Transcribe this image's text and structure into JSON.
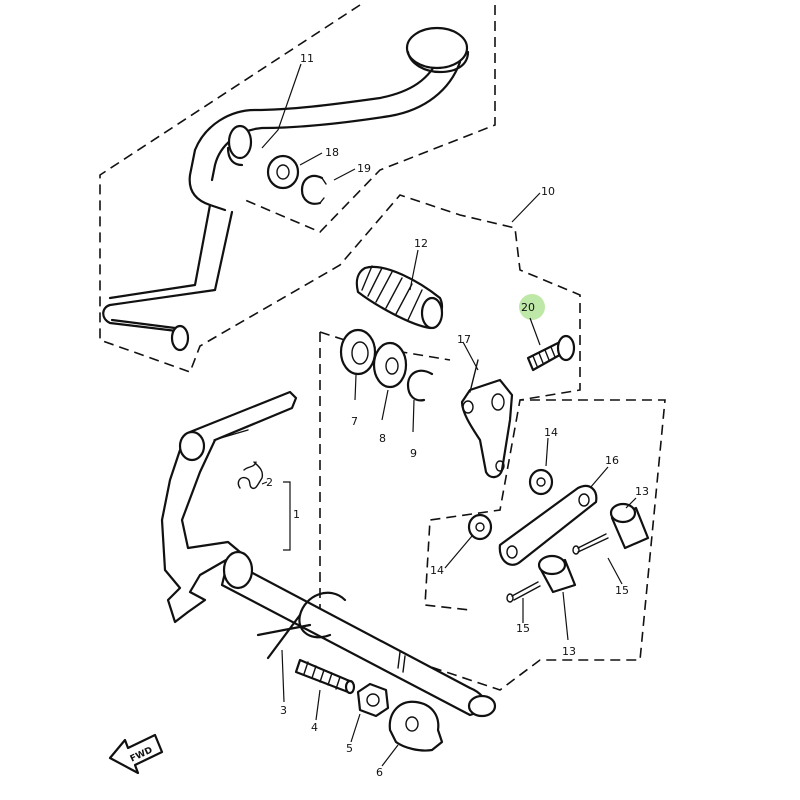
{
  "callouts": {
    "c1": "1",
    "c2": "2",
    "c3": "3",
    "c4": "4",
    "c5": "5",
    "c6": "6",
    "c7": "7",
    "c8": "8",
    "c9": "9",
    "c10": "10",
    "c11": "11",
    "c12": "12",
    "c13a": "13",
    "c13b": "13",
    "c14a": "14",
    "c14b": "14",
    "c15a": "15",
    "c15b": "15",
    "c16": "16",
    "c17": "17",
    "c18": "18",
    "c19": "19",
    "c20": "20"
  },
  "fwd_label": "FWD",
  "highlight_color": "#a8e08a"
}
